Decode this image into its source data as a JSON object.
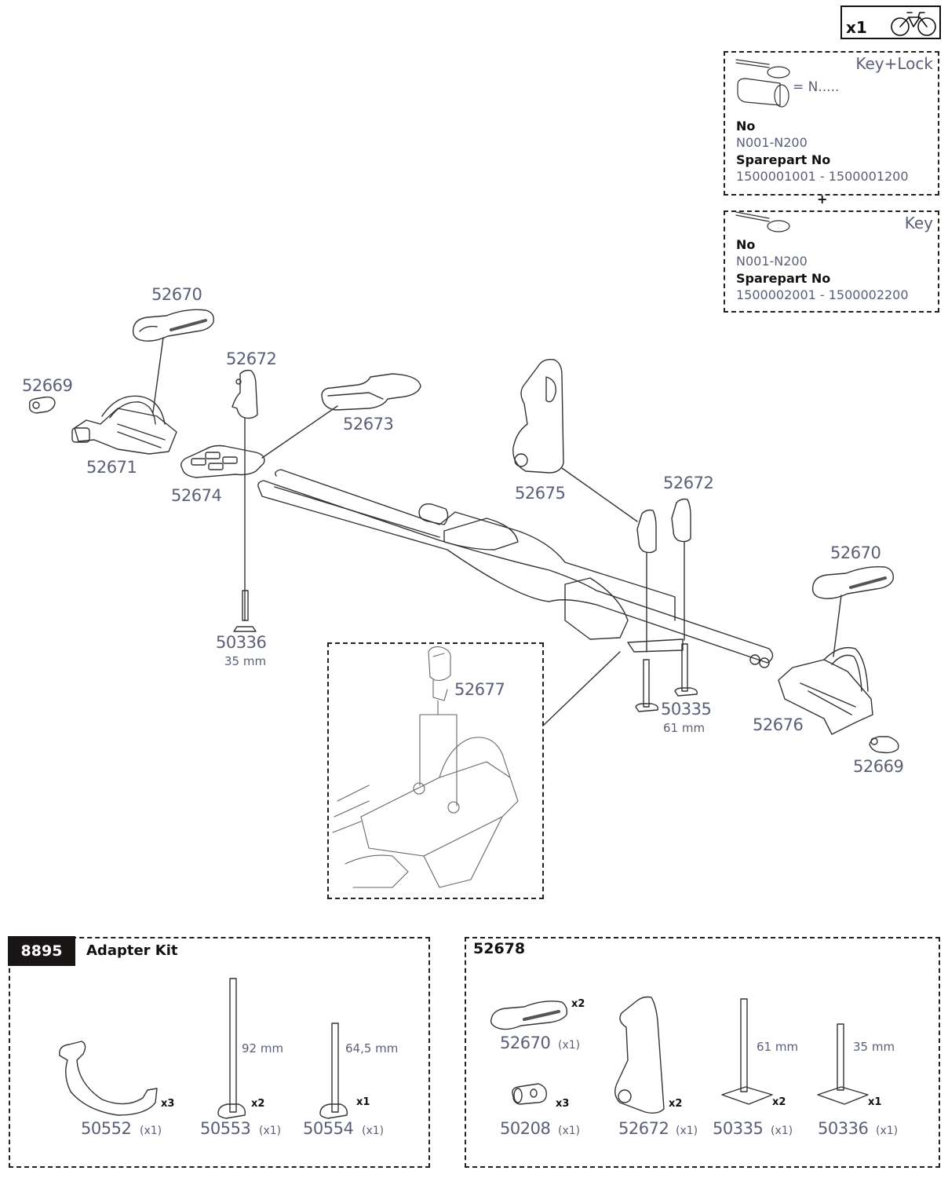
{
  "header": {
    "bike_count": "x1",
    "bike_icon": "bicycle-icon"
  },
  "key_lock_box": {
    "title": "Key+Lock",
    "lock_code": "= N.....",
    "no_label": "No",
    "no_value": "N001-N200",
    "sparepart_label": "Sparepart No",
    "sparepart_value": "1500001001 - 1500001200",
    "icons": [
      "key-icon",
      "lock-cylinder-icon"
    ]
  },
  "plus_sign": "+",
  "key_box": {
    "title": "Key",
    "no_label": "No",
    "no_value": "N001-N200",
    "sparepart_label": "Sparepart No",
    "sparepart_value": "1500002001 - 1500002200",
    "icons": [
      "key-icon"
    ]
  },
  "main_parts": [
    {
      "part": "52670",
      "name": "strap-upper-left"
    },
    {
      "part": "52669",
      "name": "end-cap-left"
    },
    {
      "part": "52672",
      "name": "small-cover-left"
    },
    {
      "part": "52673",
      "name": "tray-pad"
    },
    {
      "part": "52671",
      "name": "wheel-holder-left"
    },
    {
      "part": "52674",
      "name": "base-plate"
    },
    {
      "part": "52675",
      "name": "frame-cover"
    },
    {
      "part": "52672",
      "name": "small-cover-right"
    },
    {
      "part": "52670",
      "name": "strap-upper-right"
    },
    {
      "part": "50336",
      "name": "t-bolt-35",
      "size": "35 mm"
    },
    {
      "part": "52677",
      "name": "lock-cylinder"
    },
    {
      "part": "50335",
      "name": "t-bolt-61",
      "size": "61 mm"
    },
    {
      "part": "52676",
      "name": "wheel-holder-right"
    },
    {
      "part": "52669",
      "name": "end-cap-right"
    }
  ],
  "adapter_kit": {
    "badge": "8895",
    "title": "Adapter Kit",
    "items": [
      {
        "part": "50552",
        "pack": "(x1)",
        "qty": "x3",
        "size": ""
      },
      {
        "part": "50553",
        "pack": "(x1)",
        "qty": "x2",
        "size": "92 mm"
      },
      {
        "part": "50554",
        "pack": "(x1)",
        "qty": "x1",
        "size": "64,5 mm"
      }
    ]
  },
  "spare_kit": {
    "title": "52678",
    "items": [
      {
        "part": "52670",
        "pack": "(x1)",
        "qty": "x2",
        "size": ""
      },
      {
        "part": "50208",
        "pack": "(x1)",
        "qty": "x3",
        "size": ""
      },
      {
        "part": "52672",
        "pack": "(x1)",
        "qty": "x2",
        "size": ""
      },
      {
        "part": "50335",
        "pack": "(x1)",
        "qty": "x2",
        "size": "61 mm"
      },
      {
        "part": "50336",
        "pack": "(x1)",
        "qty": "x1",
        "size": "35 mm"
      }
    ]
  }
}
